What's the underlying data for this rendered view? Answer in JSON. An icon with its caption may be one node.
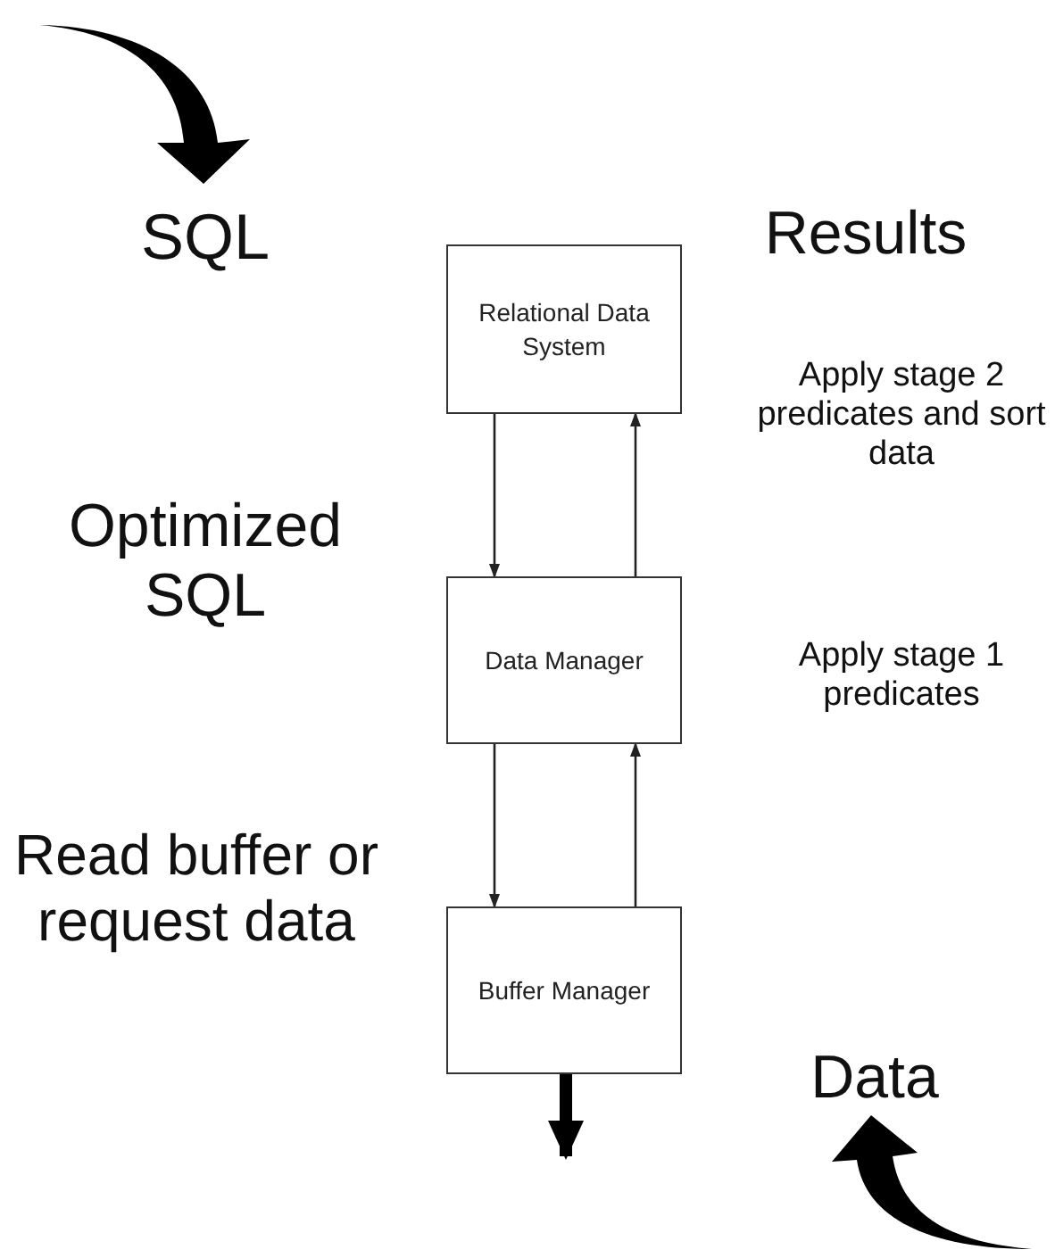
{
  "diagram": {
    "nodes": [
      {
        "text": [
          "Relational Data System"
        ]
      },
      {
        "text": [
          "Data Manager"
        ]
      },
      {
        "text": [
          "Buffer Manager"
        ]
      }
    ],
    "edges": [
      {
        "from": 0,
        "to": 1,
        "arrow": "to"
      },
      {
        "from": 1,
        "to": 0,
        "arrow": "to"
      },
      {
        "from": 1,
        "to": 2,
        "arrow": "to"
      },
      {
        "from": 2,
        "to": 1,
        "arrow": "to"
      },
      {
        "from": 2,
        "to": null,
        "arrow": "to",
        "style": "thick"
      }
    ],
    "labels": [
      "SQL",
      "Results",
      "Apply stage 2 predicates and sort data",
      "Optimized SQL",
      "Apply stage 1 predicates",
      "Read buffer or request data",
      "Data"
    ]
  }
}
